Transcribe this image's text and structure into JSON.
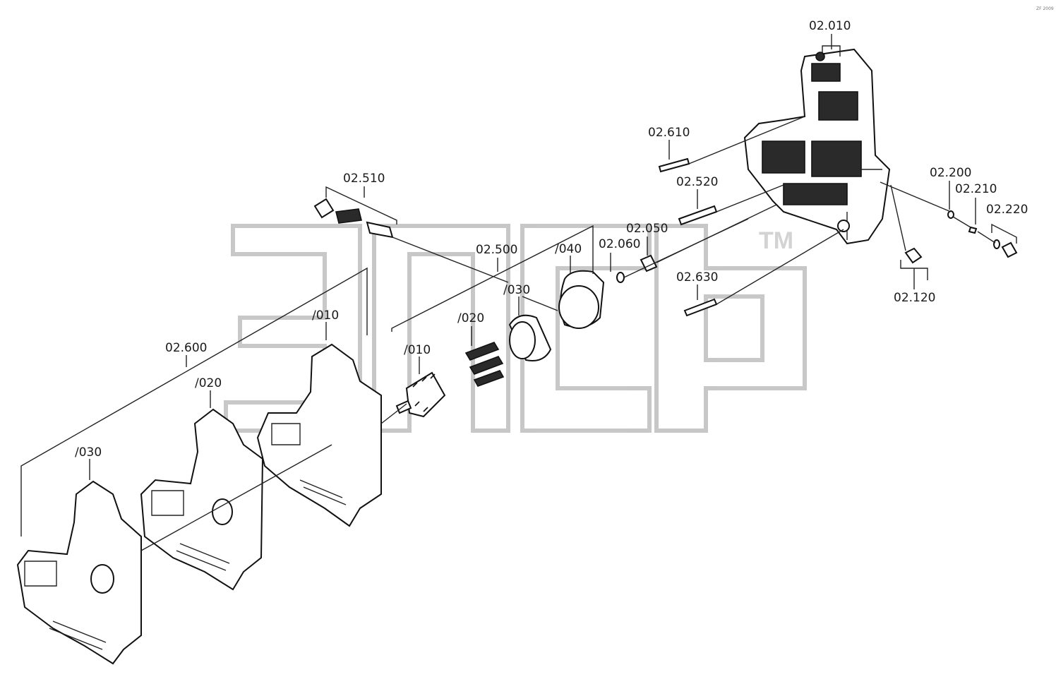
{
  "watermark": {
    "logo_text": "ЗПСБ",
    "tm": "TM"
  },
  "corner_mark": "ZF 2009",
  "labels": {
    "p02_010": "02.010",
    "p02_610": "02.610",
    "p02_520": "02.520",
    "p02_510": "02.510",
    "p02_500": "02.500",
    "p02_200": "02.200",
    "p02_210": "02.210",
    "p02_220": "02.220",
    "p02_120": "02.120",
    "p02_050": "02.050",
    "p02_060": "02.060",
    "p02_630": "02.630",
    "p02_600": "02.600",
    "sub040": "/040",
    "sub030_gear": "/030",
    "sub020_gear": "/020",
    "sub010_gear": "/010",
    "sub010_plate": "/010",
    "sub020_plate": "/020",
    "sub030_plate": "/030"
  },
  "colors": {
    "ink": "#111111",
    "watermark": "#b0b0b0",
    "background": "#ffffff"
  }
}
